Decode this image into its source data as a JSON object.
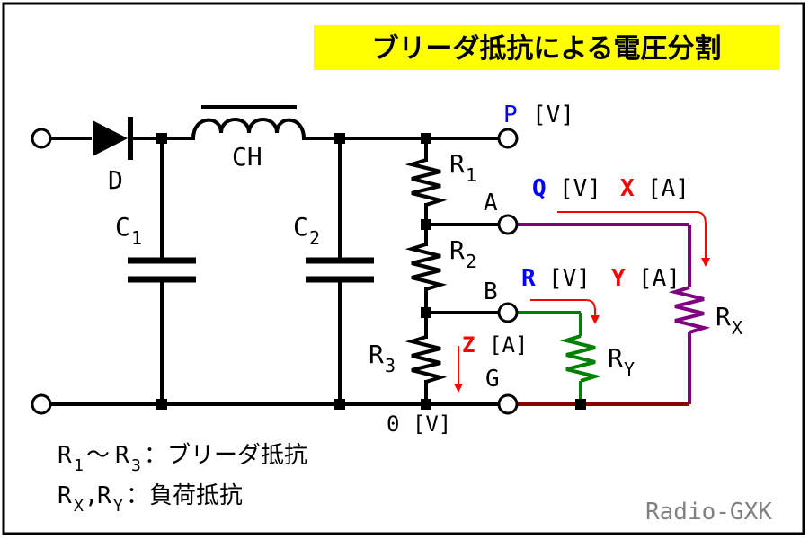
{
  "title": "ブリーダ抵抗による電圧分割",
  "components": {
    "diode": "D",
    "choke": "CH",
    "c1": {
      "main": "C",
      "sub": "1"
    },
    "c2": {
      "main": "C",
      "sub": "2"
    },
    "r1": {
      "main": "R",
      "sub": "1"
    },
    "r2": {
      "main": "R",
      "sub": "2"
    },
    "r3": {
      "main": "R",
      "sub": "3"
    },
    "rx": {
      "main": "R",
      "sub": "X"
    },
    "ry": {
      "main": "R",
      "sub": "Y"
    }
  },
  "terminals": {
    "p": {
      "name": "P",
      "unit": "[V]"
    },
    "a": "A",
    "b": "B",
    "g": "G",
    "ground_voltage": "0 [V]"
  },
  "annotations": {
    "q": {
      "name": "Q",
      "unit": "[V]"
    },
    "x": {
      "name": "X",
      "unit": "[A]"
    },
    "r": {
      "name": "R",
      "unit": "[V]"
    },
    "y": {
      "name": "Y",
      "unit": "[A]"
    },
    "z": {
      "name": "Z",
      "unit": "[A]"
    }
  },
  "legend": {
    "line1": {
      "r": "R",
      "s1": "1",
      "tilde": "〜",
      "r2": "R",
      "s2": "3",
      "text": "：ブリーダ抵抗"
    },
    "line2": {
      "r": "R",
      "s1": "X",
      "comma": ",",
      "r2": "R",
      "s2": "Y",
      "text": "：負荷抵抗"
    }
  },
  "credit": "Radio-GXK",
  "colors": {
    "frame": "#000000",
    "title_bg": "#ffff00",
    "wire": "#000000",
    "rx_loop": "#800080",
    "ry_loop": "#008000",
    "ground_load": "#8b0000",
    "arrow_red": "#ff0000",
    "blue_label": "#0000ff",
    "red_label": "#ff0000",
    "credit_gray": "#808080"
  }
}
